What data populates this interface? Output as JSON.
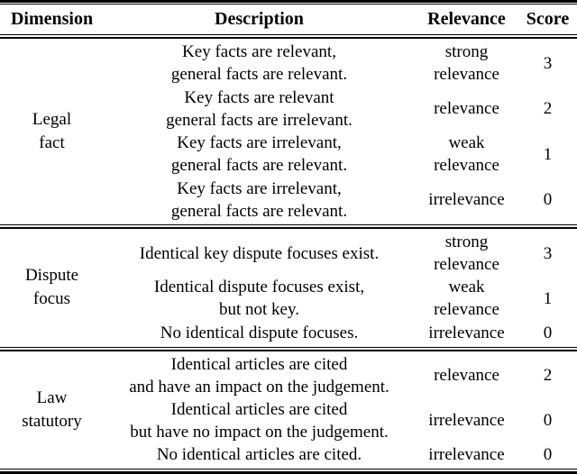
{
  "colors": {
    "text": "#000000",
    "background": "#ffffff",
    "rule": "#000000"
  },
  "header": {
    "dimension": "Dimension",
    "description": "Description",
    "relevance": "Relevance",
    "score": "Score"
  },
  "sections": [
    {
      "dimension": "Legal\nfact",
      "rows": [
        {
          "description": "Key facts are relevant,\ngeneral facts are relevant.",
          "relevance": "strong\nrelevance",
          "score": "3"
        },
        {
          "description": "Key facts are relevant\ngeneral facts are irrelevant.",
          "relevance": "relevance",
          "score": "2"
        },
        {
          "description": "Key facts are irrelevant,\ngeneral facts are relevant.",
          "relevance": "weak\nrelevance",
          "score": "1"
        },
        {
          "description": "Key facts are irrelevant,\ngeneral facts are relevant.",
          "relevance": "irrelevance",
          "score": "0"
        }
      ]
    },
    {
      "dimension": "Dispute\nfocus",
      "rows": [
        {
          "description": "Identical key dispute focuses exist.",
          "relevance": "strong\nrelevance",
          "score": "3"
        },
        {
          "description": "Identical dispute focuses exist,\nbut not key.",
          "relevance": "weak\nrelevance",
          "score": "1"
        },
        {
          "description": "No identical dispute focuses.",
          "relevance": "irrelevance",
          "score": "0"
        }
      ]
    },
    {
      "dimension": "Law\nstatutory",
      "rows": [
        {
          "description": "Identical articles are cited\nand have an impact on the judgement.",
          "relevance": "relevance",
          "score": "2"
        },
        {
          "description": "Identical articles are cited\nbut have no impact on the judgement.",
          "relevance": "irrelevance",
          "score": "0"
        },
        {
          "description": "No identical articles are cited.",
          "relevance": "irrelevance",
          "score": "0"
        }
      ]
    }
  ]
}
